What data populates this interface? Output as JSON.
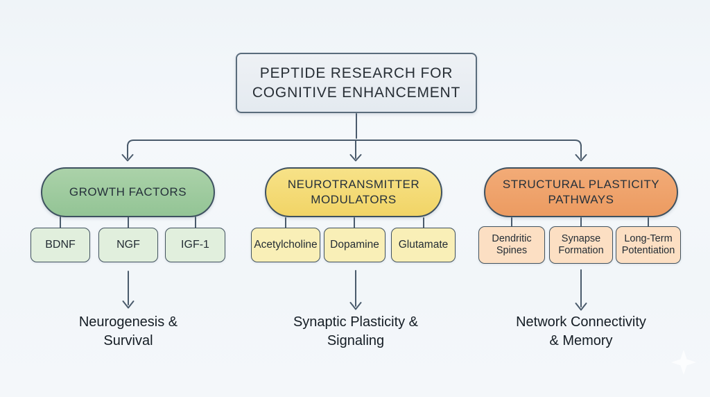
{
  "title": "PEPTIDE RESEARCH FOR COGNITIVE ENHANCEMENT",
  "branches": [
    {
      "label": "GROWTH FACTORS",
      "children": [
        "BDNF",
        "NGF",
        "IGF-1"
      ],
      "outcome_line1": "Neurogenesis &",
      "outcome_line2": "Survival",
      "pill_color": "#9cc89b",
      "child_color": "#e1efdd"
    },
    {
      "label": "NEUROTRANSMITTER MODULATORS",
      "children": [
        "Acetylcholine",
        "Dopamine",
        "Glutamate"
      ],
      "outcome_line1": "Synaptic Plasticity &",
      "outcome_line2": "Signaling",
      "pill_color": "#f4db73",
      "child_color": "#f9efb7"
    },
    {
      "label": "STRUCTURAL PLASTICITY PATHWAYS",
      "children": [
        "Dendritic Spines",
        "Synapse Formation",
        "Long-Term Potentiation"
      ],
      "outcome_line1": "Network Connectivity",
      "outcome_line2": "& Memory",
      "pill_color": "#efa26c",
      "child_color": "#fcdfc3"
    }
  ],
  "icons": {
    "sparkle": "four-pointed-star"
  },
  "colors": {
    "background": "#f3f7fa",
    "connector": "#4a5b6c",
    "root_fill": "#e9eef3",
    "root_border": "#5a6c7c",
    "node_border": "#3e5160",
    "text": "#232c34"
  }
}
